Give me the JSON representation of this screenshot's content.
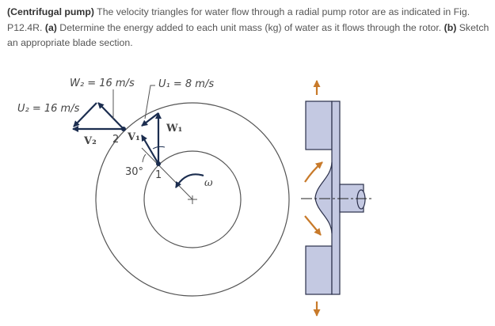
{
  "problem": {
    "title_bold": "(Centrifugal pump)",
    "line1": " The velocity triangles for water flow through a radial pump rotor are as indicated in Fig. P12.4R. ",
    "part_a_label": "(a)",
    "part_a_text": " Determine the energy added to each unit mass (kg) of water as it flows through the rotor. ",
    "part_b_label": "(b)",
    "part_b_text": " Sketch an appropriate blade section."
  },
  "figure": {
    "labels": {
      "W2": "W₂ = 16 m/s",
      "U1": "U₁ = 8 m/s",
      "U2": "U₂ = 16 m/s",
      "V2": "V₂",
      "V1": "V₁",
      "W1": "W₁",
      "point2": "2",
      "point1": "1",
      "angle": "30°",
      "omega": "ω"
    },
    "colors": {
      "vector": "#1b2d4f",
      "line": "#555555",
      "rotor_fill": "#c4c9e2",
      "flow_arrow": "#c87a2a"
    }
  }
}
